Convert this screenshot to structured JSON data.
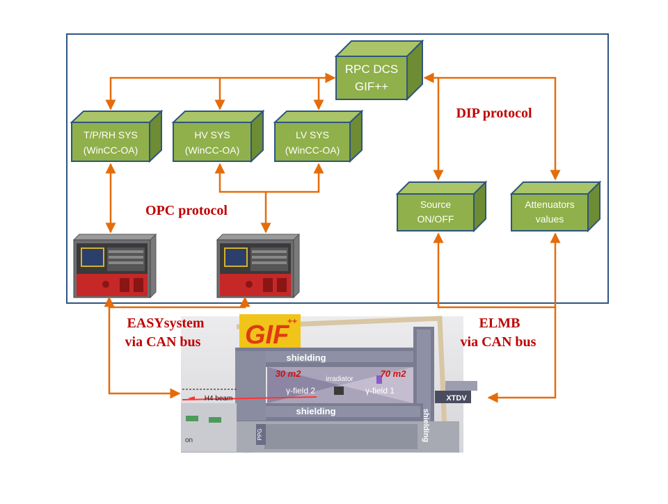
{
  "boxes": {
    "rpc_dcs": {
      "line1": "RPC DCS",
      "line2": "GIF++"
    },
    "tph_sys": {
      "line1": "T/P/RH SYS",
      "line2": "(WinCC-OA)"
    },
    "hv_sys": {
      "line1": "HV SYS",
      "line2": "(WinCC-OA)"
    },
    "lv_sys": {
      "line1": "LV SYS",
      "line2": "(WinCC-OA)"
    },
    "source": {
      "line1": "Source",
      "line2": "ON/OFF"
    },
    "attenuators": {
      "line1": "Attenuators",
      "line2": "values"
    }
  },
  "protocols": {
    "dip": "DIP protocol",
    "opc": "OPC protocol",
    "easy_line1": "EASYsystem",
    "easy_line2": "via CAN bus",
    "elmb_line1": "ELMB",
    "elmb_line2": "via CAN bus"
  },
  "map": {
    "logo": "GIF",
    "logo_sup": "++",
    "shielding_top": "shielding",
    "shielding_bottom": "shielding",
    "shielding_right": "shielding",
    "irradiator": "irradiator",
    "area_left": "30 m2",
    "area_right": "70 m2",
    "field_left": "γ-field 2",
    "field_right": "γ-field 1",
    "beam": "H4 beam",
    "xtdv": "XTDV",
    "zone_label": "PPG",
    "edge_label": "on"
  },
  "colors": {
    "arrow": "#E46C0A",
    "box_face": "#8FB04A",
    "box_top": "#A9C567",
    "box_side": "#6E8C33",
    "box_stroke": "#2F5480",
    "frame": "#2F5480",
    "protocol_text": "#C00000"
  }
}
